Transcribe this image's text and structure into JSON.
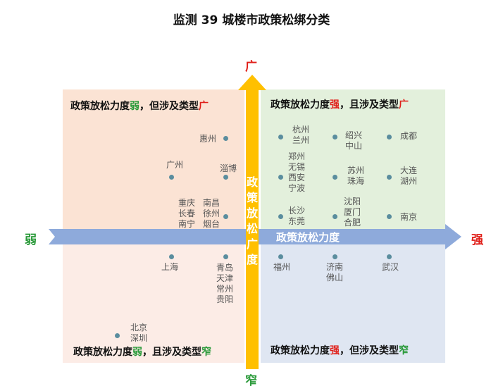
{
  "title": "监测 39 城楼市政策松绑分类",
  "axes": {
    "top": "广",
    "bottom": "窄",
    "left": "弱",
    "right": "强",
    "horizontal_label": "政策放松力度",
    "vertical_label": [
      "政",
      "策",
      "放",
      "松",
      "广",
      "度"
    ]
  },
  "quadrants": {
    "top_left": {
      "prefix": "政策放松力度",
      "strength": "弱",
      "middle": "，但涉及类型",
      "scope": "广"
    },
    "top_right": {
      "prefix": "政策放松力度",
      "strength": "强",
      "middle": "，且涉及类型",
      "scope": "广"
    },
    "bottom_left": {
      "prefix": "政策放松力度",
      "strength": "弱",
      "middle": "，且涉及类型",
      "scope": "窄"
    },
    "bottom_right": {
      "prefix": "政策放松力度",
      "strength": "强",
      "middle": "，但涉及类型",
      "scope": "窄"
    }
  },
  "cities": {
    "huizhou": "惠州",
    "guangzhou": "广州",
    "zibo": "淄博",
    "group_chongqing": [
      "重庆",
      "长春",
      "南宁"
    ],
    "group_nanchang": [
      "南昌",
      "徐州",
      "烟台"
    ],
    "group_hangzhou": [
      "杭州",
      "兰州"
    ],
    "group_shaoxing": [
      "绍兴",
      "中山"
    ],
    "chengdu": "成都",
    "group_zhengzhou": [
      "郑州",
      "无锡",
      "西安",
      "宁波"
    ],
    "group_suzhou": [
      "苏州",
      "珠海"
    ],
    "group_dalian": [
      "大连",
      "湖州"
    ],
    "group_changsha": [
      "长沙",
      "东莞"
    ],
    "group_shenyang": [
      "沈阳",
      "厦门",
      "合肥"
    ],
    "nanjing": "南京",
    "shanghai": "上海",
    "group_qingdao": [
      "青岛",
      "天津",
      "常州",
      "贵阳"
    ],
    "group_beijing": [
      "北京",
      "深圳"
    ],
    "fuzhou": "福州",
    "group_jinan": [
      "济南",
      "佛山"
    ],
    "wuhan": "武汉"
  },
  "colors": {
    "vertical_arrow": "#ffc000",
    "horizontal_arrow": "#8eaadb",
    "strong_weak_red": "#e0201a",
    "narrow_green": "#2a9a3a",
    "dot": "#5a8d9e"
  }
}
